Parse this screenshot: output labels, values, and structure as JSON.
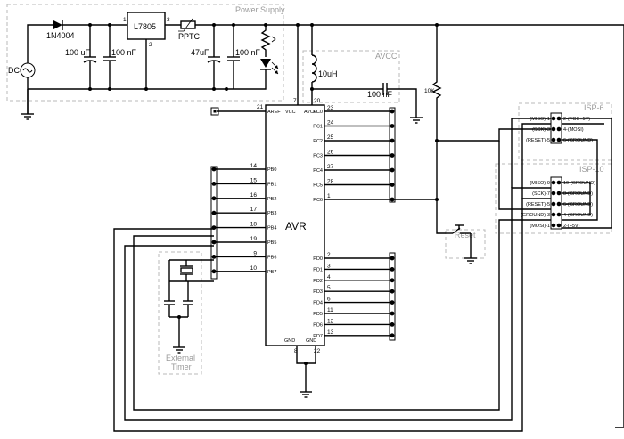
{
  "groups": {
    "power_supply": "Power Supply",
    "avcc": "AVCC",
    "isp6": "ISP-6",
    "isp10": "ISP-10",
    "reset": "Reset",
    "external_timer_line1": "External",
    "external_timer_line2": "Timer"
  },
  "components": {
    "dc_source": "DC",
    "diode": "1N4004",
    "regulator": "L7805",
    "fuse": "PPTC",
    "c1": "100 uF",
    "c2": "100 nF",
    "c3": "47uF",
    "c4": "100 nF",
    "inductor": "10uH",
    "c_avcc": "100 nF",
    "resistor": "10K",
    "mcu": "AVR"
  },
  "regulator_pins": {
    "in": "1",
    "gnd": "2",
    "out": "3"
  },
  "mcu_pins": {
    "aref": "AREF",
    "aref_num": "21",
    "vcc": "VCC",
    "vcc_num": "7",
    "avcc": "AVCC",
    "avcc_num": "20",
    "gnd1": "GND",
    "gnd1_num": "8",
    "gnd2": "GND",
    "gnd2_num": "22",
    "port_b": [
      {
        "name": "PB0",
        "num": "14"
      },
      {
        "name": "PB1",
        "num": "15"
      },
      {
        "name": "PB2",
        "num": "16"
      },
      {
        "name": "PB3",
        "num": "17"
      },
      {
        "name": "PB4",
        "num": "18"
      },
      {
        "name": "PB5",
        "num": "19"
      },
      {
        "name": "PB6",
        "num": "9"
      },
      {
        "name": "PB7",
        "num": "10"
      }
    ],
    "port_c": [
      {
        "name": "PC0",
        "num": "23"
      },
      {
        "name": "PC1",
        "num": "24"
      },
      {
        "name": "PC2",
        "num": "25"
      },
      {
        "name": "PC3",
        "num": "26"
      },
      {
        "name": "PC4",
        "num": "27"
      },
      {
        "name": "PC5",
        "num": "28"
      },
      {
        "name": "PC6",
        "num": "1"
      }
    ],
    "port_d": [
      {
        "name": "PD0",
        "num": "2"
      },
      {
        "name": "PD1",
        "num": "3"
      },
      {
        "name": "PD2",
        "num": "4"
      },
      {
        "name": "PD3",
        "num": "5"
      },
      {
        "name": "PD4",
        "num": "6"
      },
      {
        "name": "PD5",
        "num": "11"
      },
      {
        "name": "PD6",
        "num": "12"
      },
      {
        "name": "PD7",
        "num": "13"
      }
    ]
  },
  "isp6_pins": {
    "left": [
      "(MISO)-1",
      "(SCK)-3",
      "(RESET)-5"
    ],
    "right": [
      "2-(VCC+5V)",
      "4-(MOSI)",
      "6-(GROUND)"
    ]
  },
  "isp10_pins": {
    "left": [
      "(MISO)-9",
      "(SCK)-7",
      "(RESET)-5",
      "(GROUND)-3",
      "(MOSI)-1"
    ],
    "right": [
      "10-(GROUND)",
      "8-(GROUND)",
      "6-(GROUND)",
      "4-(GROUND)",
      "2-(+5V)"
    ]
  }
}
